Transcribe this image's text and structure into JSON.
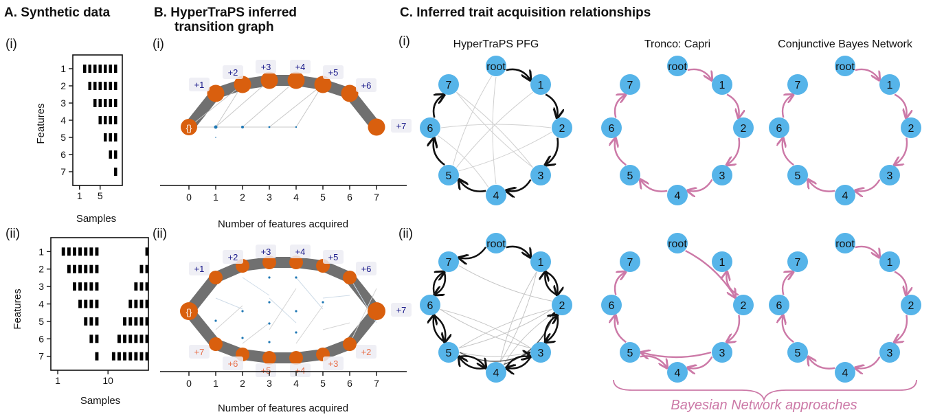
{
  "panelA": {
    "title": "A. Synthetic data",
    "sub_i": "(i)",
    "sub_ii": "(ii)",
    "ylabel": "Features",
    "xlabel": "Samples",
    "feature_ticks": [
      "1",
      "2",
      "3",
      "4",
      "5",
      "6",
      "7"
    ],
    "x_ticks_i": [
      "1",
      "5"
    ],
    "x_ticks_ii": [
      "1",
      "10"
    ]
  },
  "panelB": {
    "title_line1": "B. HyperTraPS inferred",
    "title_line2": "transition graph",
    "sub_i": "(i)",
    "sub_ii": "(ii)",
    "xlabel": "Number of features acquired",
    "x_ticks": [
      "0",
      "1",
      "2",
      "3",
      "4",
      "5",
      "6",
      "7"
    ],
    "root_label": "{}",
    "upper_badges": [
      "+1",
      "+2",
      "+3",
      "+4",
      "+5",
      "+6",
      "+7"
    ],
    "lower_badges": [
      "+7",
      "+6",
      "+5",
      "+4",
      "+3",
      "+2"
    ],
    "colors": {
      "node": "#d95f0e",
      "path": "#707070",
      "upper_text": "#1a1a8a",
      "lower_text": "#e8704a"
    }
  },
  "panelC": {
    "title": "C. Inferred trait acquisition relationships",
    "sub_i": "(i)",
    "sub_ii": "(ii)",
    "col_titles": [
      "HyperTraPS PFG",
      "Tronco: Capri",
      "Conjunctive Bayes Network"
    ],
    "root": "root",
    "nodes": [
      "1",
      "2",
      "3",
      "4",
      "5",
      "6",
      "7"
    ],
    "bracket_label": "Bayesian Network approaches",
    "colors": {
      "node": "#56b4e9",
      "pink": "#cc79a7",
      "black": "#111111"
    }
  }
}
